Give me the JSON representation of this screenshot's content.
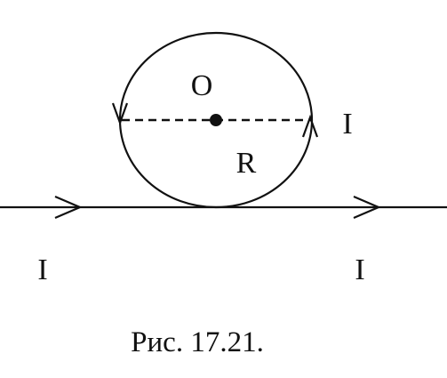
{
  "diagram": {
    "labels": {
      "center": "O",
      "radius": "R",
      "loop_current": "I",
      "wire_current_left": "I",
      "wire_current_right": "I"
    },
    "caption": "Рис. 17.21.",
    "colors": {
      "ink": "#111111",
      "background": "#ffffff"
    }
  }
}
